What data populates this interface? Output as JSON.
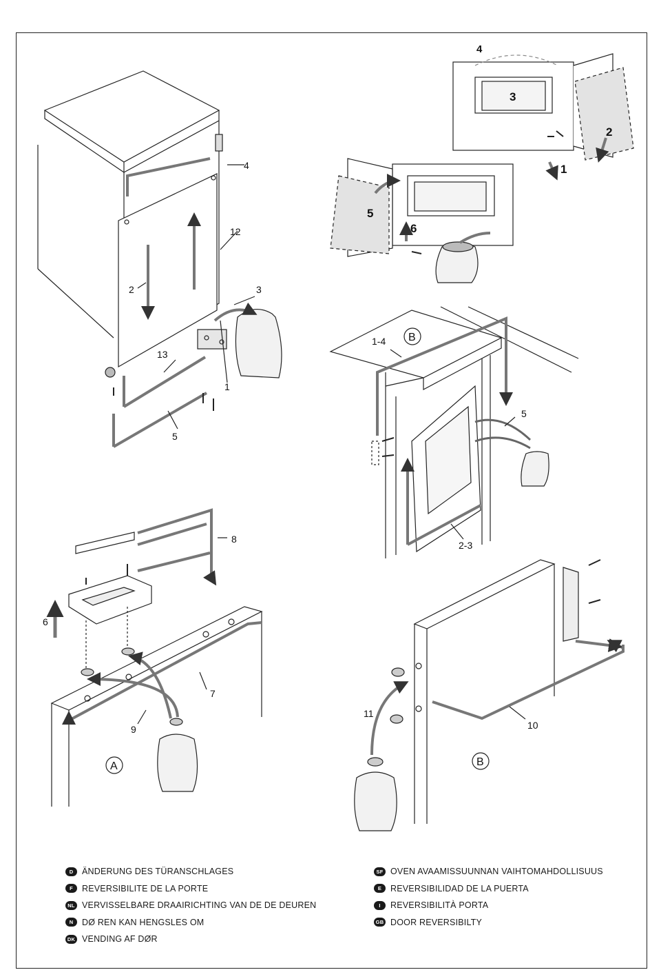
{
  "callouts": {
    "fig1": {
      "n4": "4",
      "n12": "12",
      "n2": "2",
      "n3": "3",
      "n13": "13",
      "n1": "1",
      "n5": "5"
    },
    "fig2": {
      "n4": "4",
      "n3": "3",
      "n2": "2",
      "n1": "1",
      "n5": "5",
      "n6": "6"
    },
    "fig3": {
      "n14": "1-4",
      "n5": "5",
      "n23": "2-3",
      "circle": "B"
    },
    "fig4": {
      "n8": "8",
      "n6": "6",
      "n7": "7",
      "n9": "9",
      "circle": "A"
    },
    "fig5": {
      "n11": "11",
      "n10": "10",
      "circle": "B"
    }
  },
  "legend": {
    "left": [
      {
        "code": "D",
        "text": "ÄNDERUNG DES TÜRANSCHLAGES"
      },
      {
        "code": "F",
        "text": "REVERSIBILITE DE LA PORTE"
      },
      {
        "code": "NL",
        "text": "VERVISSELBARE DRAAIRICHTING VAN DE DE DEUREN"
      },
      {
        "code": "N",
        "text": "DØ REN KAN HENGSLES OM"
      },
      {
        "code": "DK",
        "text": "VENDING AF DØR"
      }
    ],
    "right": [
      {
        "code": "SF",
        "text": "OVEN AVAAMISSUUNNAN VAIHTOMAHDOLLISUUS"
      },
      {
        "code": "E",
        "text": "REVERSIBILIDAD DE LA PUERTA"
      },
      {
        "code": "I",
        "text": "REVERSIBILITÀ PORTA"
      },
      {
        "code": "GB",
        "text": "DOOR REVERSIBILTY"
      }
    ]
  }
}
